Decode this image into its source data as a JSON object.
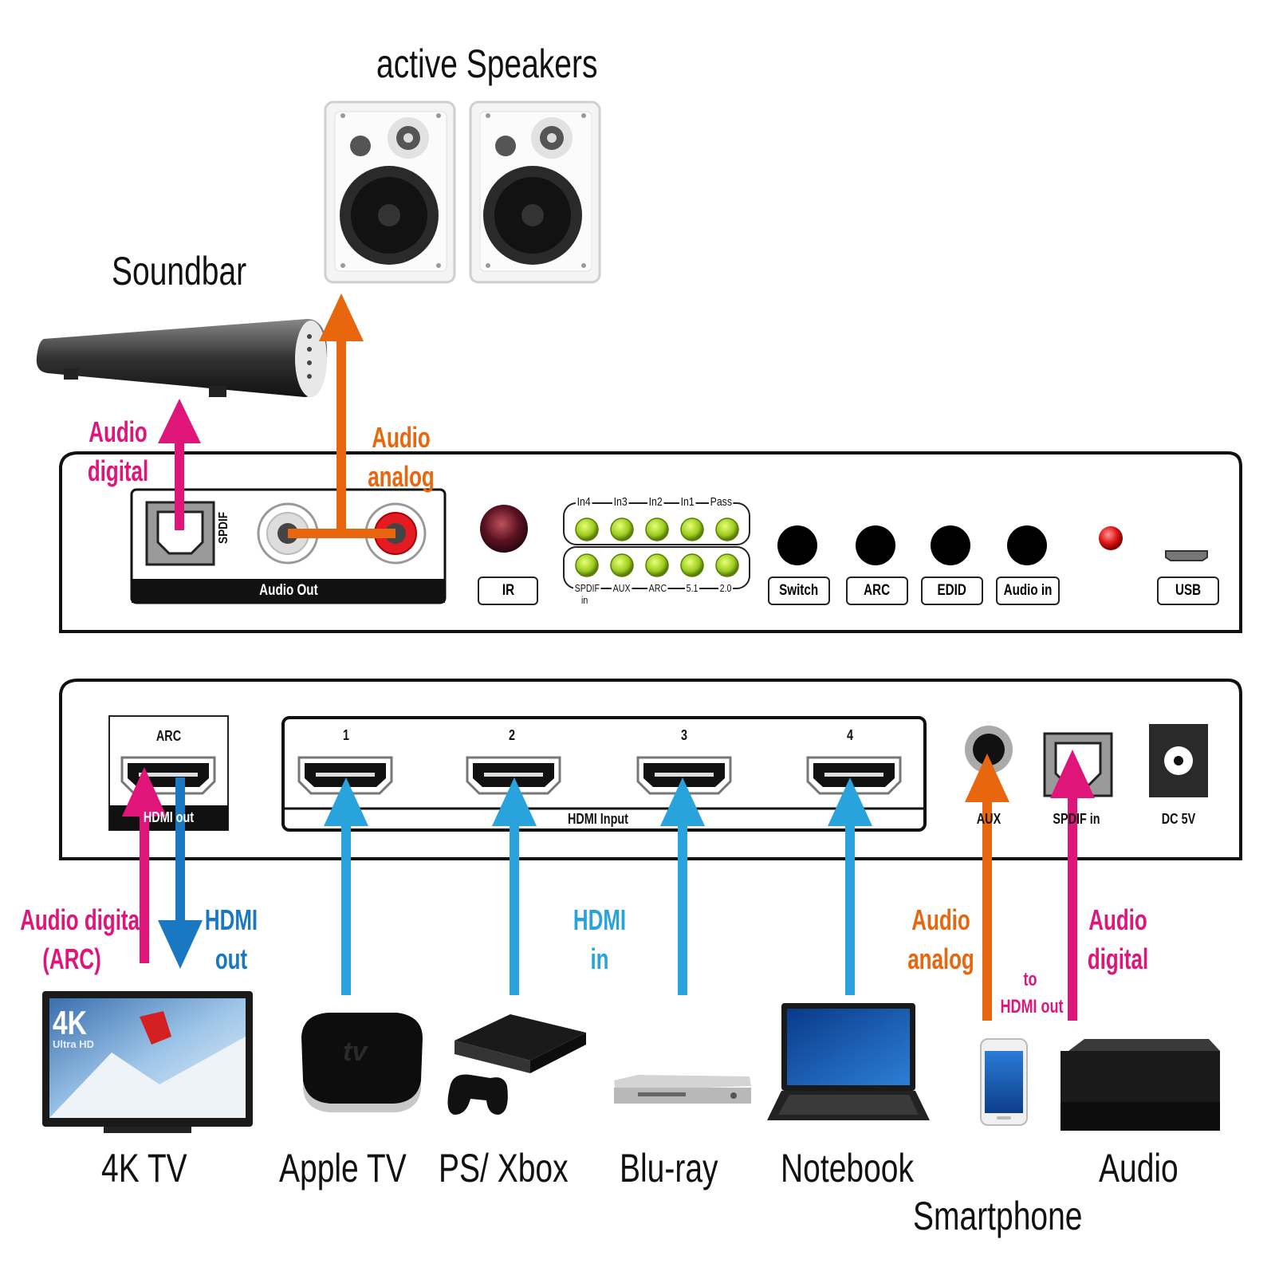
{
  "colors": {
    "audio_digital": "#e0157a",
    "audio_analog": "#e8660e",
    "hdmi_in": "#29a3dc",
    "hdmi_out": "#1a78c2",
    "led_green": "#9ccc1e",
    "panel_black": "#111111"
  },
  "titles": {
    "speakers": "active Speakers",
    "soundbar": "Soundbar"
  },
  "top_panel": {
    "audio_out_label": "Audio Out",
    "spdif_label": "SPDIF",
    "ir_label": "IR",
    "led_top_row": [
      "In4",
      "In3",
      "In2",
      "In1",
      "Pass"
    ],
    "led_bottom_row": [
      "SPDIF",
      "AUX",
      "ARC",
      "5.1",
      "2.0"
    ],
    "led_bottom_sub": "in",
    "buttons": [
      "Switch",
      "ARC",
      "EDID",
      "Audio in"
    ],
    "usb_label": "USB"
  },
  "bottom_panel": {
    "arc_label": "ARC",
    "hdmi_out_label": "HDMI out",
    "hdmi_inputs": [
      "1",
      "2",
      "3",
      "4"
    ],
    "hdmi_input_label": "HDMI Input",
    "aux_label": "AUX",
    "spdif_in_label": "SPDIF in",
    "dc_label": "DC 5V"
  },
  "annotations": {
    "audio_digital_top": [
      "Audio",
      "digital"
    ],
    "audio_analog_top": [
      "Audio",
      "analog"
    ],
    "audio_digital_arc": [
      "Audio digital",
      "(ARC)"
    ],
    "hdmi_out": [
      "HDMI",
      "out"
    ],
    "hdmi_in": [
      "HDMI",
      "in"
    ],
    "audio_analog_bottom": [
      "Audio",
      "analog"
    ],
    "to_hdmi_out": [
      "to",
      "HDMI out"
    ],
    "audio_digital_bottom": [
      "Audio",
      "digital"
    ]
  },
  "devices": [
    "4K TV",
    "Apple TV",
    "PS/ Xbox",
    "Blu-ray",
    "Notebook",
    "Smartphone",
    "Audio"
  ],
  "tv_logo": "4K",
  "tv_logo_sub": "Ultra HD",
  "appletv_logo": "tv"
}
